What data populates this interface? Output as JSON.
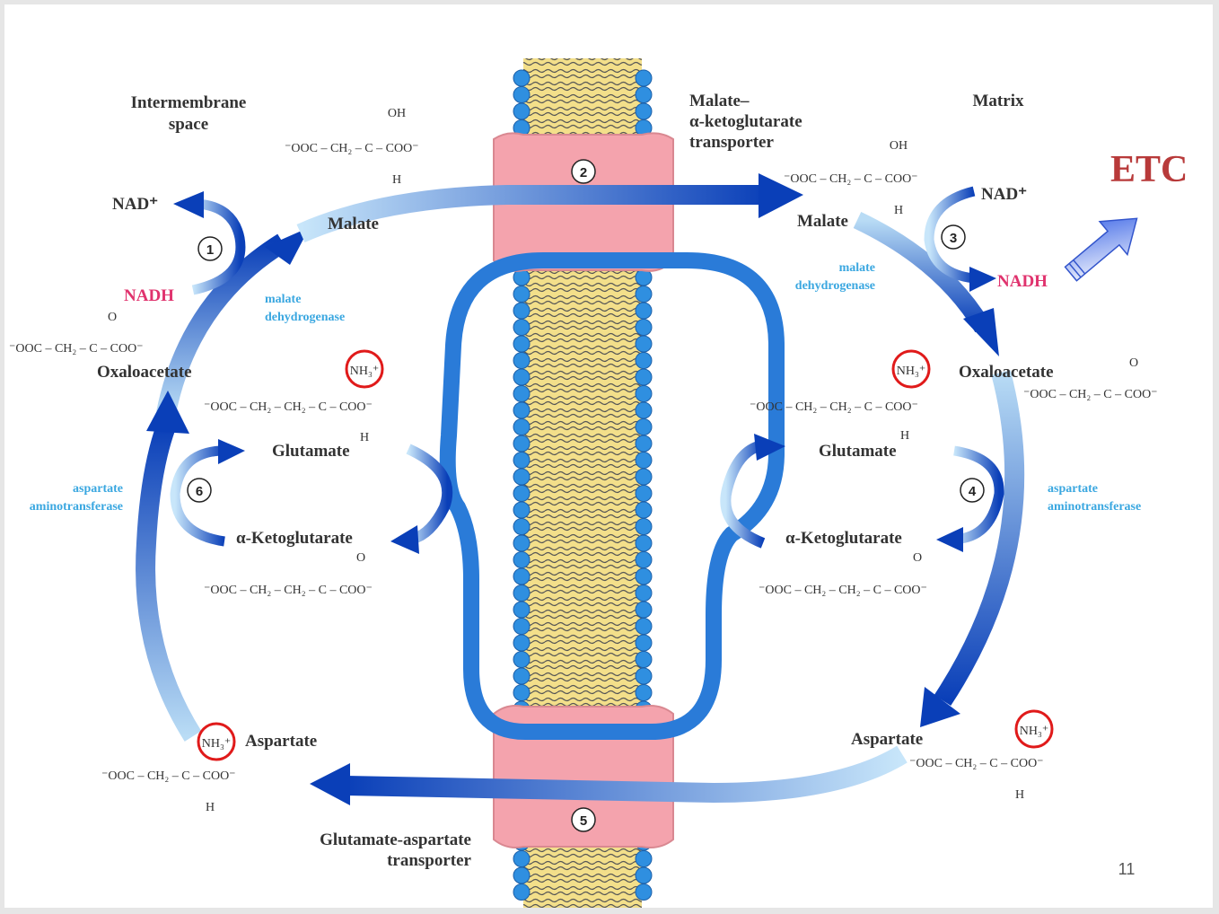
{
  "headers": {
    "left": [
      "Intermembrane",
      "space"
    ],
    "right": "Matrix"
  },
  "transporters": {
    "top": [
      "Malate–",
      "α-ketoglutarate",
      "transporter"
    ],
    "bottom": [
      "Glutamate-aspartate",
      "transporter"
    ]
  },
  "metabolites": {
    "malate_left": "Malate",
    "malate_right": "Malate",
    "oxaloacetate_left": "Oxaloacetate",
    "oxaloacetate_right": "Oxaloacetate",
    "glutamate_left": "Glutamate",
    "glutamate_right": "Glutamate",
    "akg_left": "α-Ketoglutarate",
    "akg_right": "α-Ketoglutarate",
    "aspartate_left": "Aspartate",
    "aspartate_right": "Aspartate"
  },
  "enzymes": {
    "mdh_left": [
      "malate",
      "dehydrogenase"
    ],
    "mdh_right": [
      "malate",
      "dehydrogenase"
    ],
    "ast_left": [
      "aspartate",
      "aminotransferase"
    ],
    "ast_right": [
      "aspartate",
      "aminotransferase"
    ]
  },
  "cofactors": {
    "nad_left": "NAD⁺",
    "nadh_left": "NADH",
    "nad_right": "NAD⁺",
    "nadh_right": "NADH"
  },
  "steps": [
    "1",
    "2",
    "3",
    "4",
    "5",
    "6"
  ],
  "formulas": {
    "malate_left": {
      "top": "OH",
      "main": "⁻OOC – CH₂ – C – COO⁻",
      "bottom": "H"
    },
    "malate_right": {
      "top": "OH",
      "main": "⁻OOC – CH₂ – C – COO⁻",
      "bottom": "H"
    },
    "oxaloacetate_left": {
      "top": "O",
      "main": "⁻OOC – CH₂ – C – COO⁻"
    },
    "oxaloacetate_right": {
      "top": "O",
      "main": "⁻OOC – CH₂ – C – COO⁻"
    },
    "glutamate_left": {
      "top": "NH₃⁺",
      "main": "⁻OOC – CH₂ – CH₂ – C – COO⁻",
      "bottom": "H"
    },
    "glutamate_right": {
      "top": "NH₃⁺",
      "main": "⁻OOC – CH₂ – CH₂ – C – COO⁻",
      "bottom": "H"
    },
    "akg_left": {
      "top": "O",
      "main": "⁻OOC – CH₂ – CH₂ – C – COO⁻"
    },
    "akg_right": {
      "top": "O",
      "main": "⁻OOC – CH₂ – CH₂ – C – COO⁻"
    },
    "aspartate_left": {
      "top": "NH₃⁺",
      "main": "⁻OOC – CH₂ – C – COO⁻",
      "bottom": "H"
    },
    "aspartate_right": {
      "top": "NH₃⁺",
      "main": "⁻OOC – CH₂ – C – COO⁻",
      "bottom": "H"
    }
  },
  "etc_label": "ETC",
  "page_number": "11",
  "colors": {
    "arrow_dark": "#0a3fb8",
    "arrow_light": "#bfe0f7",
    "enzyme_text": "#3aa7e0",
    "nadh_text": "#e0336e",
    "highlight_circle": "#e01a1a",
    "etc_text": "#b83a3a",
    "transporter": "#f4a3ad",
    "lipid_head": "#2f8fe0",
    "lipid_tail": "#f3df8a"
  }
}
